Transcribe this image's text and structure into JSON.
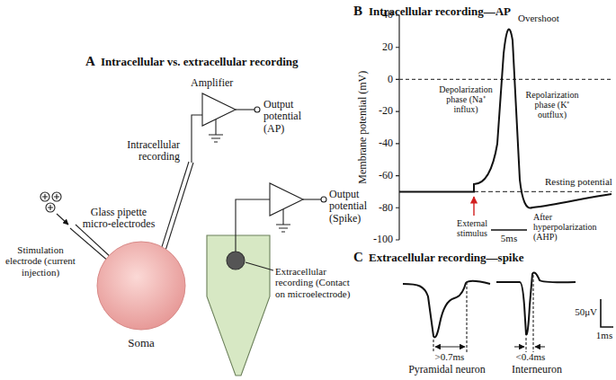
{
  "diagram": {
    "nodes": [
      {
        "text": [
          "Soma"
        ]
      }
    ],
    "labels": [
      "A",
      "Intracellular vs. extracellular recording",
      "Amplifier",
      "Output potential (AP)",
      "Intracellular recording",
      "Glass pipette micro-electrodes",
      "Stimulation electrode (current injection)",
      "Output potential (Spike)",
      "Extracellular recording (Contact on microelectrode)",
      "B",
      "Intracellular recording—AP",
      "40",
      "20",
      "0",
      "-20",
      "-40",
      "-60",
      "-80",
      "-100",
      "Membrane potential (mV)",
      "Overshoot",
      "Depolarization phase (Na⁺ influx)",
      "Repolarization phase (K⁺ outflux)",
      "Resting potential",
      "External stimulus",
      "After hyperpolarization (AHP)",
      "5ms",
      "C",
      "Extracellular recording—spike",
      ">0.7ms",
      "<0.4ms",
      "Pyramidal neuron",
      "Interneuron",
      "50μV",
      "1ms"
    ]
  }
}
